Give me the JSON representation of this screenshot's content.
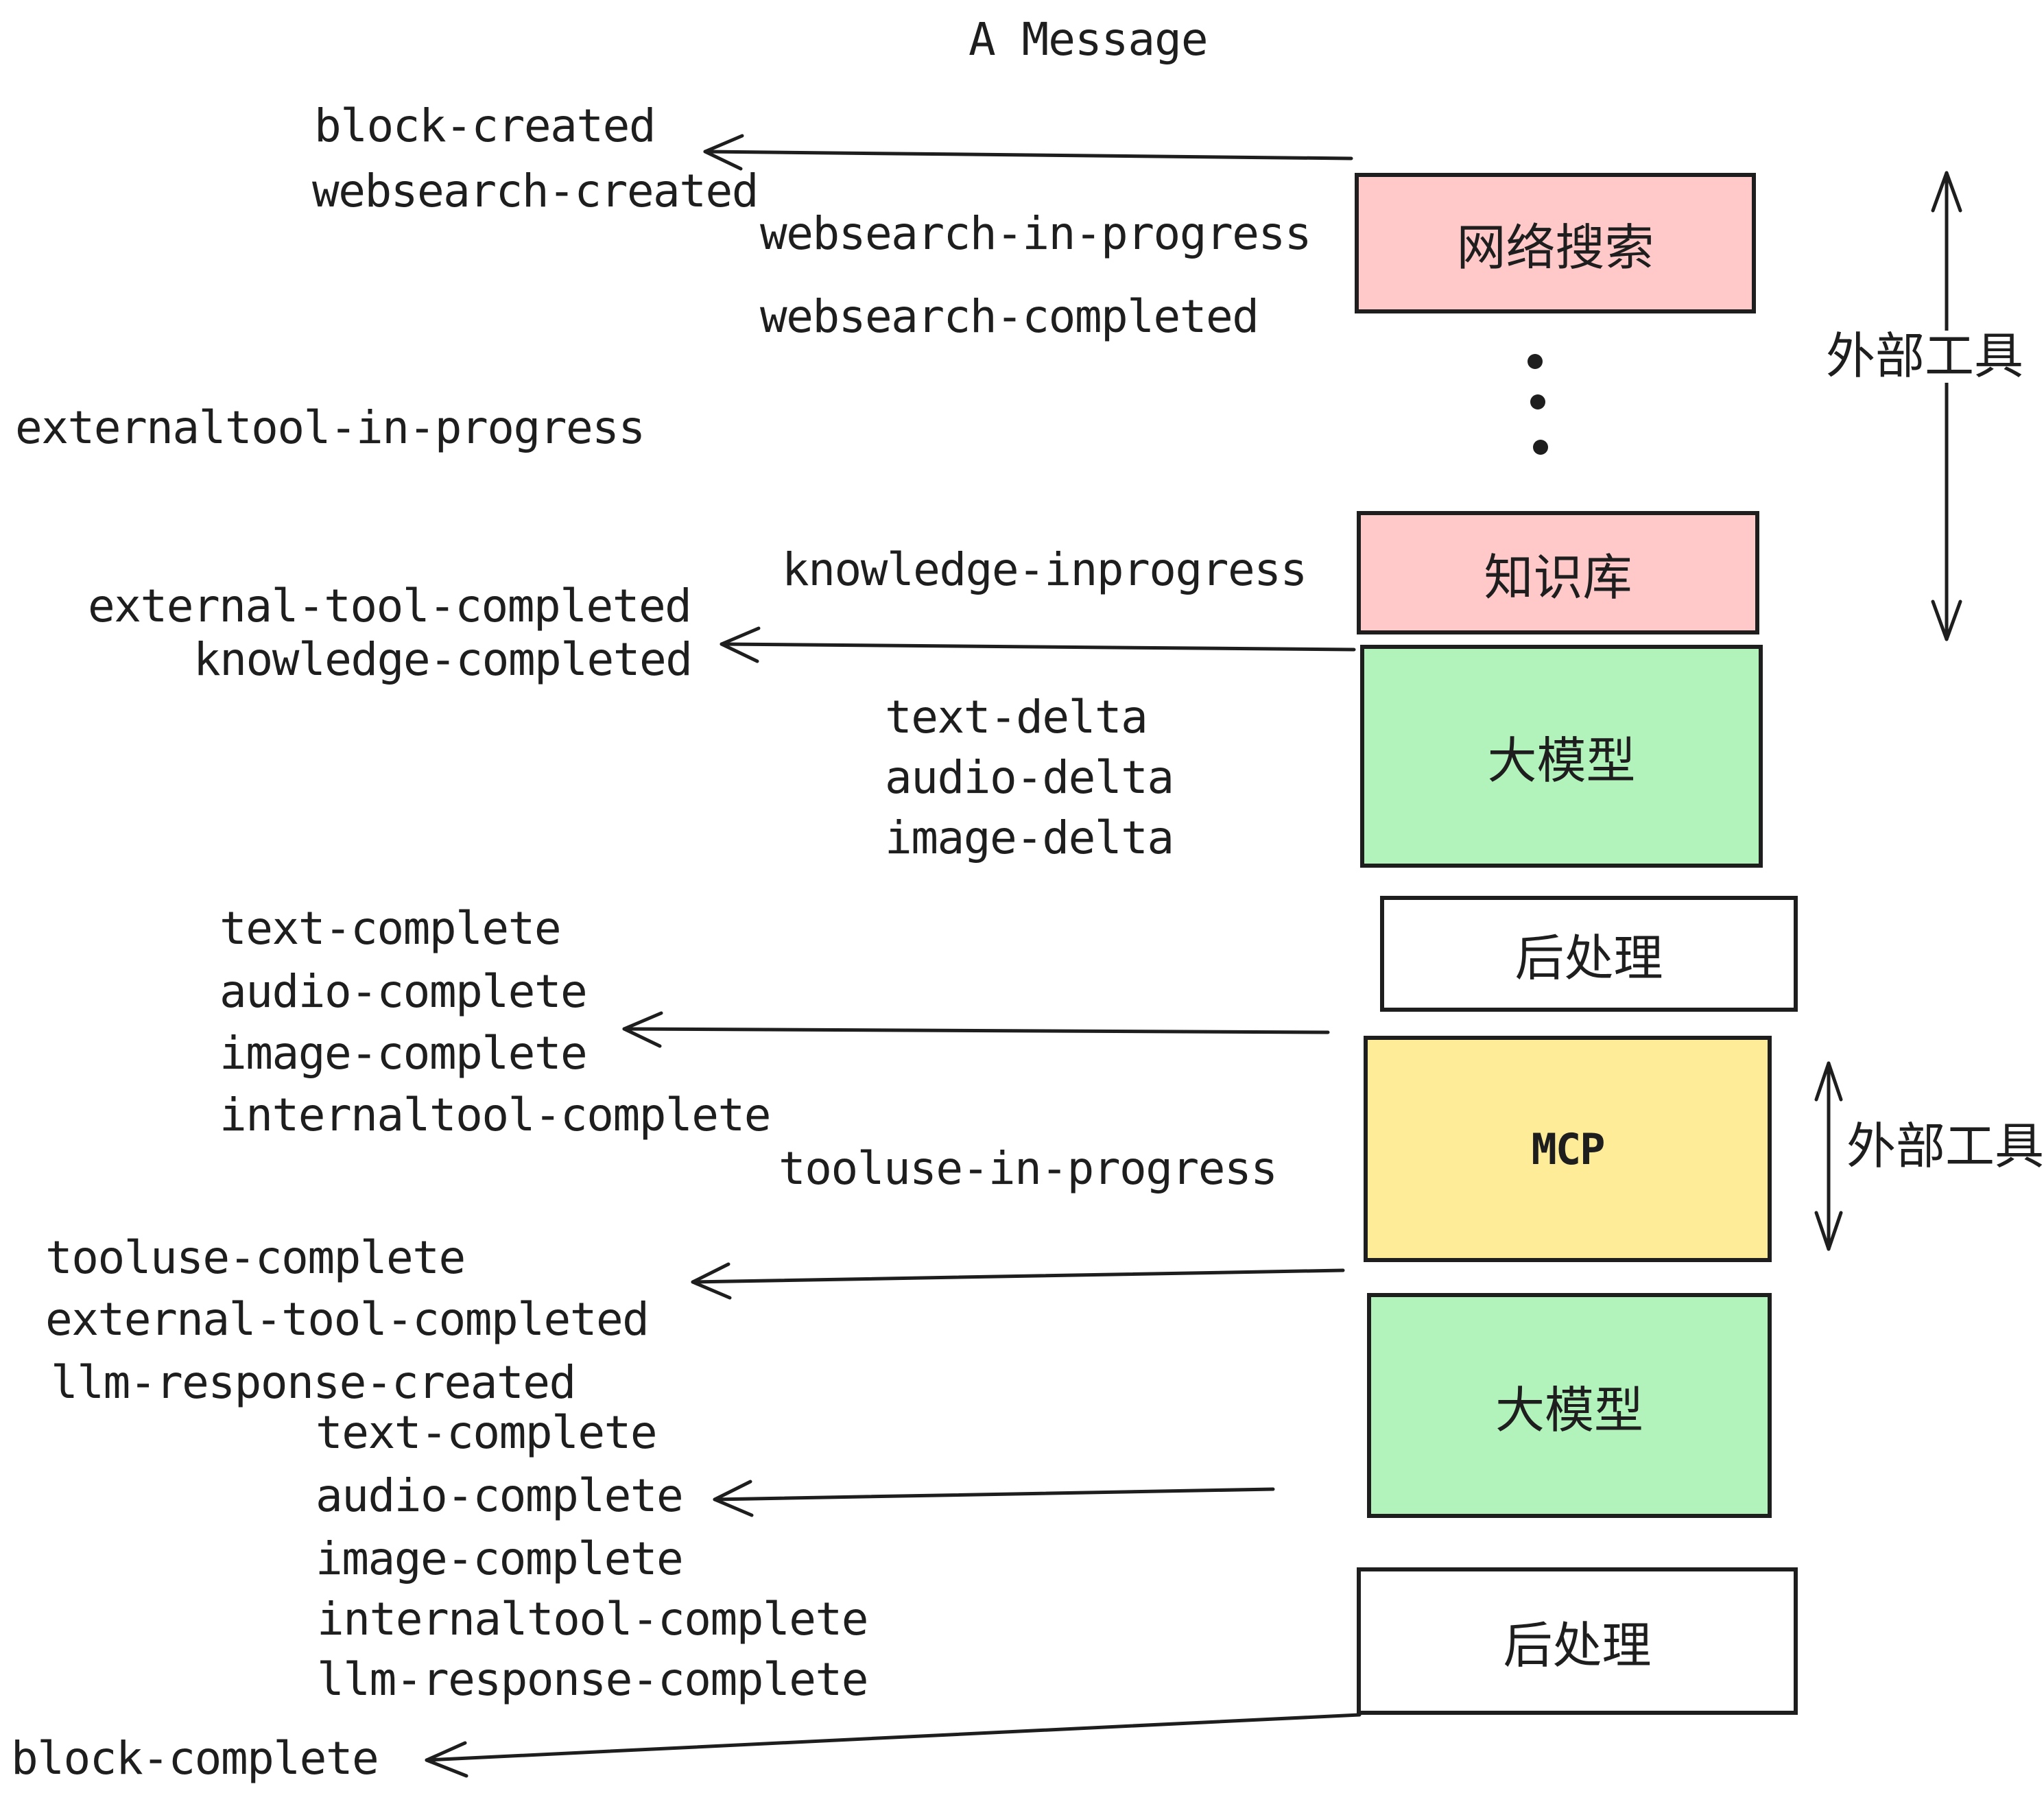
{
  "title": "A Message",
  "colors": {
    "background": "#FFFFFF",
    "stroke": "#1e1e1e",
    "box_pink": "#FFC9C9",
    "box_green": "#B2F2BB",
    "box_yellow": "#FFEC99",
    "box_white": "#FFFFFF"
  },
  "boxes": [
    {
      "id": "websearch",
      "label": "网络搜索"
    },
    {
      "id": "knowledge",
      "label": "知识库"
    },
    {
      "id": "llm-1",
      "label": "大模型"
    },
    {
      "id": "post-1",
      "label": "后处理"
    },
    {
      "id": "mcp",
      "label": "MCP"
    },
    {
      "id": "llm-2",
      "label": "大模型"
    },
    {
      "id": "post-2",
      "label": "后处理"
    }
  ],
  "annotations": {
    "external_tools_top": "外部工具",
    "external_tools_mid": "外部工具"
  },
  "events": [
    {
      "label": "block-created"
    },
    {
      "label": "websearch-created"
    },
    {
      "label": "websearch-in-progress"
    },
    {
      "label": "websearch-completed"
    },
    {
      "label": "externaltool-in-progress"
    },
    {
      "label": "knowledge-inprogress"
    },
    {
      "label": "external-tool-completed"
    },
    {
      "label": "knowledge-completed"
    },
    {
      "label": "text-delta"
    },
    {
      "label": "audio-delta"
    },
    {
      "label": "image-delta"
    },
    {
      "label": "text-complete"
    },
    {
      "label": "audio-complete"
    },
    {
      "label": "image-complete"
    },
    {
      "label": "internaltool-complete"
    },
    {
      "label": "tooluse-in-progress"
    },
    {
      "label": "tooluse-complete"
    },
    {
      "label": "external-tool-completed"
    },
    {
      "label": "llm-response-created"
    },
    {
      "label": "text-complete"
    },
    {
      "label": "audio-complete"
    },
    {
      "label": "image-complete"
    },
    {
      "label": "internaltool-complete"
    },
    {
      "label": "llm-response-complete"
    },
    {
      "label": "block-complete"
    }
  ]
}
